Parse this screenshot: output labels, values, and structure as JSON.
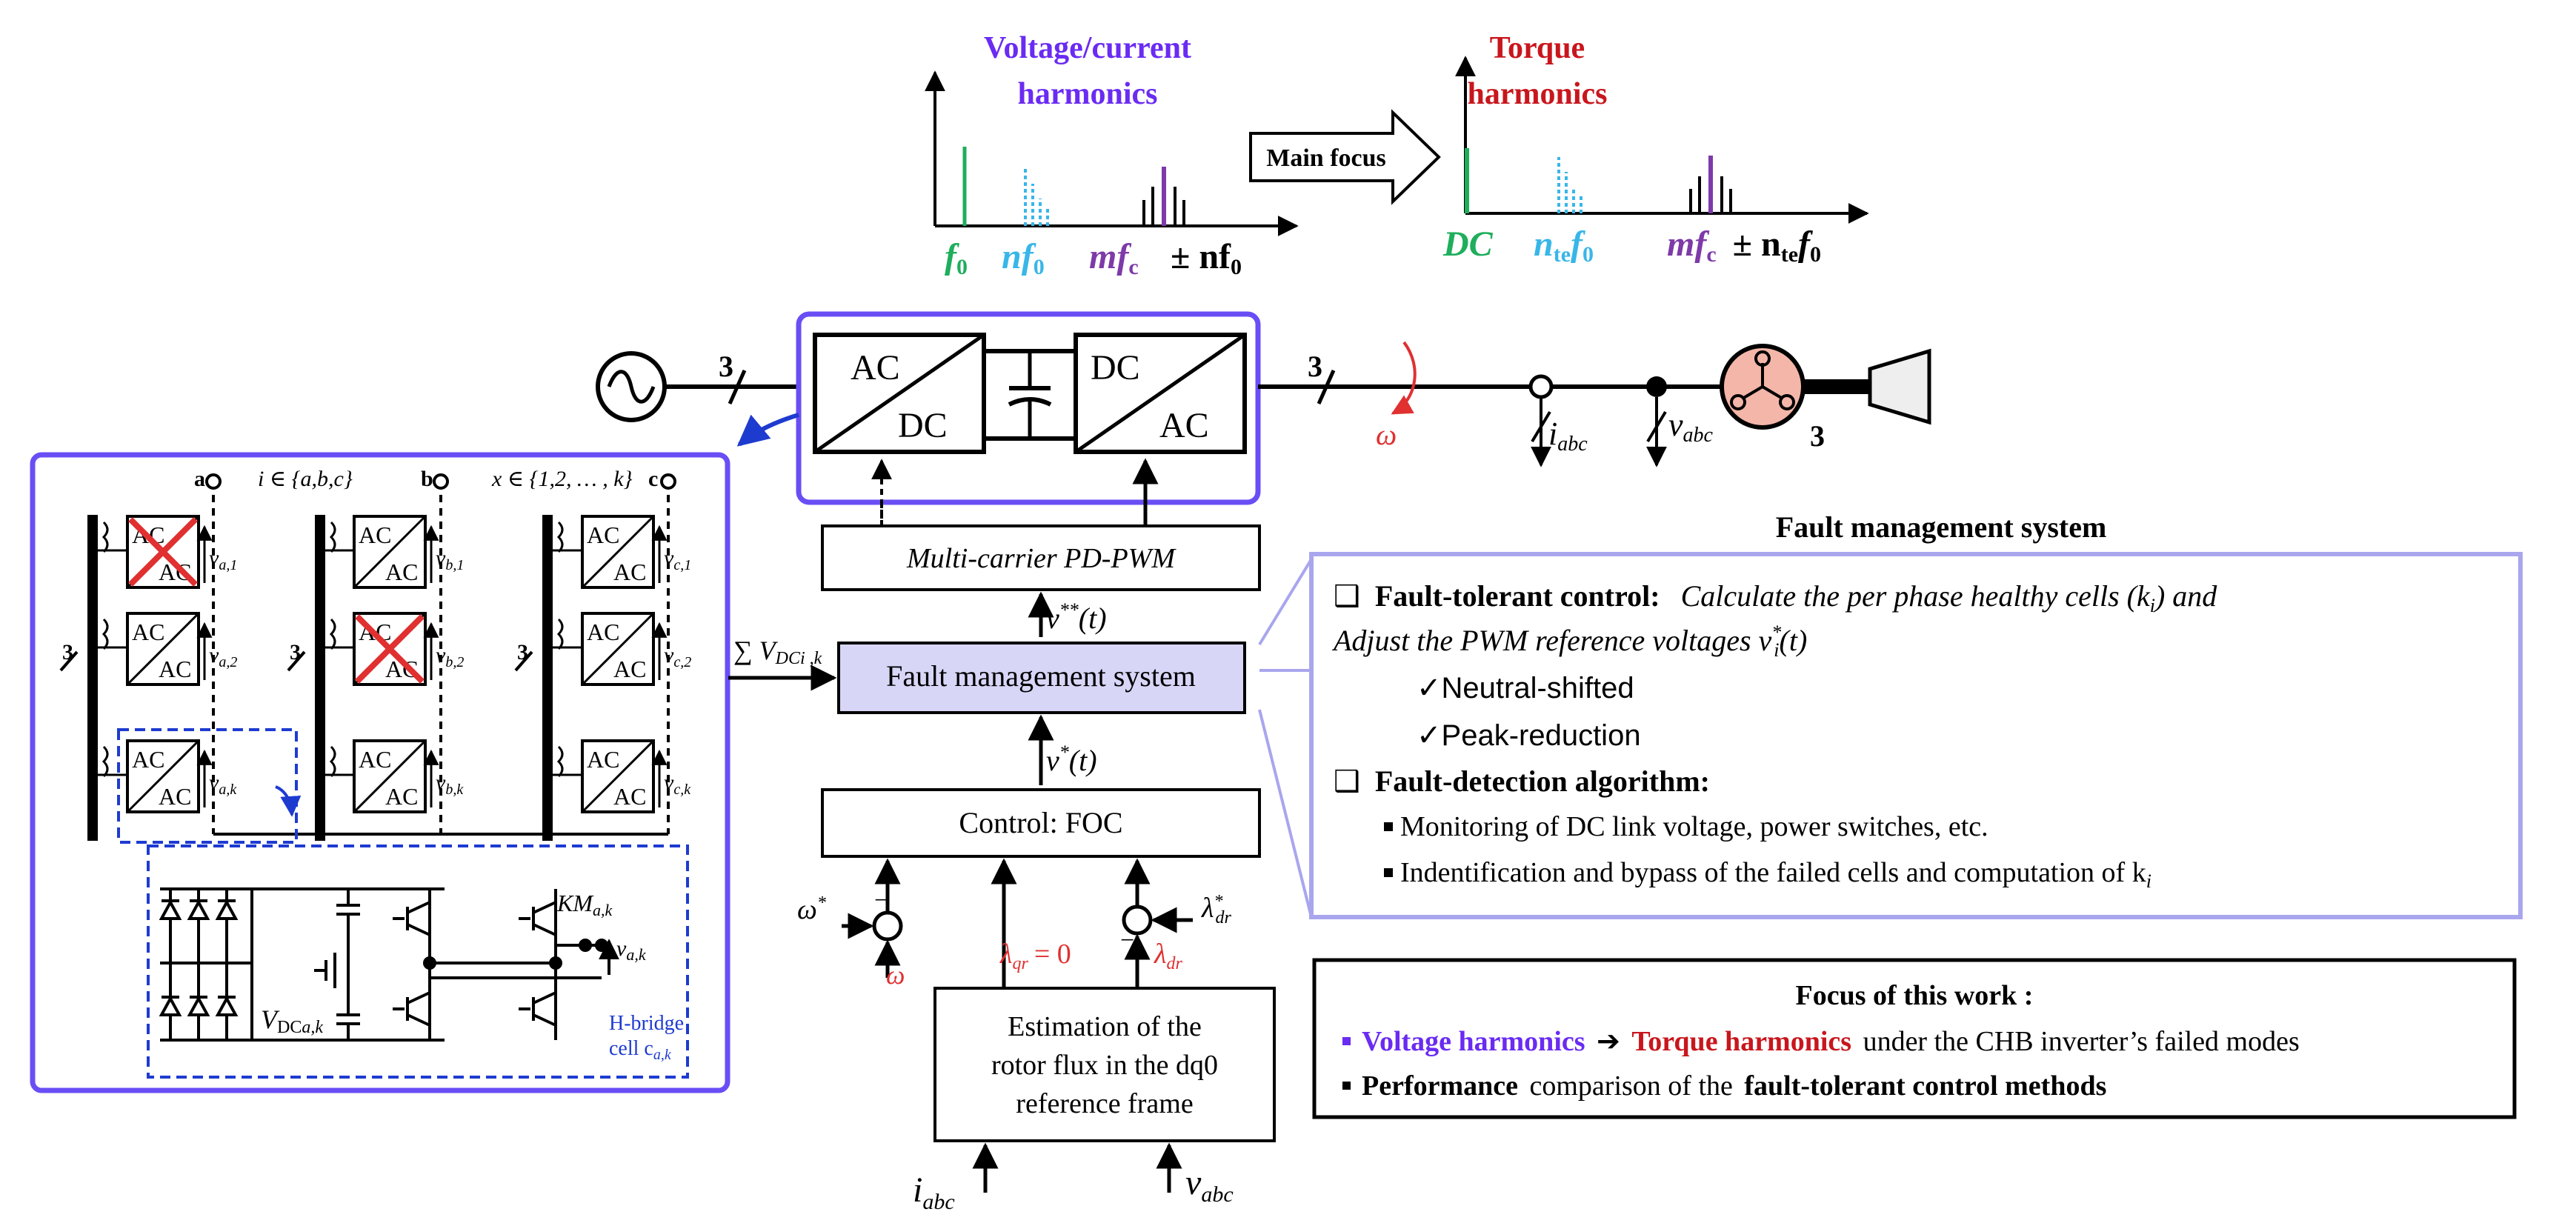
{
  "colors": {
    "voltage_harmonics": "#6a2bf2",
    "torque_harmonics": "#c8161d",
    "fundamental": "#1fae5c",
    "harmonic_cyan": "#39b6e8",
    "carrier_purple": "#7d3aa8",
    "box_border": "#6a4ef5",
    "fms_fill": "#d8d6f7",
    "fault_box_border": "#a9a6ee",
    "cell_link_blue": "#1e3bd0",
    "cross_red": "#e03030",
    "motor_fill": "#f3b6a8"
  },
  "spectrum_left": {
    "title_line1": "Voltage/current",
    "title_line2": "harmonics",
    "label_f0": "f",
    "label_f0_sub": "0",
    "label_nf0": "nf",
    "label_nf0_sub": "0",
    "label_mfc": "mf",
    "label_mfc_sub": "c",
    "label_pm": "± nf",
    "label_pm_sub": "0"
  },
  "main_focus_label": "Main focus",
  "spectrum_right": {
    "title_line1": "Torque",
    "title_line2": "harmonics",
    "label_dc": "DC",
    "label_nte": "n",
    "label_nte_sub": "te",
    "label_f": "f",
    "label_f_sub": "0",
    "label_mfc": "mf",
    "label_mfc_sub": "c",
    "label_pm": "± n",
    "label_pm_sub": "te",
    "label_pm_f": "f",
    "label_pm_f_sub": "0"
  },
  "power_chain": {
    "phase_count_left": "3",
    "rectifier_top": "AC",
    "rectifier_bottom": "DC",
    "inverter_top": "DC",
    "inverter_bottom": "AC",
    "phase_count_right": "3",
    "omega": "ω",
    "i_abc": "i",
    "i_abc_sub": "abc",
    "v_abc": "v",
    "v_abc_sub": "abc",
    "motor_phase": "3"
  },
  "chb": {
    "terminal_a": "a",
    "terminal_b": "b",
    "terminal_c": "c",
    "set_i": "i ∈ {a,b,c}",
    "set_x": "x ∈ {1,2, … , k}",
    "cell_top": "AC",
    "cell_bottom": "AC",
    "transformer_count": "3",
    "v_a1": "v",
    "v_a1_sub": "a,1",
    "v_a2": "v",
    "v_a2_sub": "a,2",
    "v_ak": "v",
    "v_ak_sub": "a,k",
    "v_b1": "v",
    "v_b1_sub": "b,1",
    "v_b2": "v",
    "v_b2_sub": "b,2",
    "v_bk": "v",
    "v_bk_sub": "b,k",
    "v_c1": "v",
    "v_c1_sub": "c,1",
    "v_c2": "v",
    "v_c2_sub": "c,2",
    "v_ck": "v",
    "v_ck_sub": "c,k",
    "vdc_label": "V",
    "vdc_sub": "DC",
    "vdc_sub2": "a,k",
    "km_label": "KM",
    "km_sub": "a,k",
    "vak_label": "v",
    "vak_sub": "a,k",
    "hbridge_line1": "H-bridge",
    "hbridge_line2": "cell c",
    "hbridge_sub": "a,k"
  },
  "control": {
    "sum_vdc": "∑ V",
    "sum_vdc_sub": "DCi ,k",
    "pwm_label": "Multi-carrier PD-PWM",
    "vi_double_star": "v",
    "vi_double_star_sup": "**",
    "vi_double_star_tail": "(t)",
    "fms_label": "Fault management system",
    "vi_star": "v",
    "vi_star_sup": "*",
    "vi_star_tail": "(t)",
    "foc_label": "Control: FOC",
    "omega_star": "ω",
    "omega_star_sup": "*",
    "omega_fb": "ω",
    "minus_sign": "−",
    "lambda_qr": "λ",
    "lambda_qr_sub": "qr",
    "lambda_qr_eq": "= 0",
    "lambda_dr": "λ",
    "lambda_dr_sub": "dr",
    "lambda_dr_star": "λ",
    "lambda_dr_star_sup": "*",
    "lambda_dr_star_sub": "dr",
    "estimation_line1": "Estimation of the",
    "estimation_line2": "rotor flux in the dq0",
    "estimation_line3": "reference frame",
    "input_i": "i",
    "input_i_sub": "abc",
    "input_v": "v",
    "input_v_sub": "abc"
  },
  "fault_panel": {
    "heading": "Fault management system",
    "checkbox": "❑",
    "ftc_title": "Fault-tolerant control:",
    "ftc_desc_line1": "Calculate the per phase healthy cells (k",
    "ftc_desc_line1_sub": "i",
    "ftc_desc_line1_tail": ") and",
    "ftc_desc_line2": "Adjust the PWM reference voltages v",
    "ftc_desc_line2_sup": "*",
    "ftc_desc_line2_sub": "i",
    "ftc_desc_line2_tail": "(t)",
    "option1": "✓Neutral-shifted",
    "option2": "✓Peak-reduction",
    "fda_title": "Fault-detection algorithm:",
    "fda_item1": "Monitoring of DC link voltage, power switches, etc.",
    "fda_item2": "Indentification and bypass of the failed cells and computation of k",
    "fda_item2_sub": "i"
  },
  "focus_box": {
    "title": "Focus of this work :",
    "line1_a": "Voltage harmonics",
    "line1_arrow": "➔",
    "line1_b": "Torque harmonics",
    "line1_c": "under the CHB inverter’s failed modes",
    "line2_a": "Performance",
    "line2_b": "comparison of the",
    "line2_c": "fault-tolerant control methods"
  }
}
